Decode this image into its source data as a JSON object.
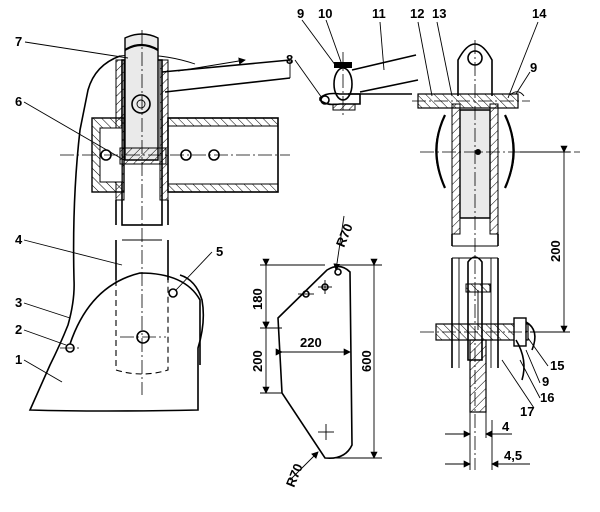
{
  "part_labels": [
    "1",
    "2",
    "3",
    "4",
    "5",
    "6",
    "7",
    "8",
    "9",
    "10",
    "11",
    "12",
    "13",
    "14",
    "9",
    "15",
    "9",
    "16",
    "17"
  ],
  "dimensions": {
    "plate_top": "180",
    "plate_mid": "200",
    "plate_width": "220",
    "plate_height": "600",
    "radius_top": "R70",
    "radius_bottom": "R70",
    "side_height": "200",
    "thickness_a": "4",
    "thickness_b": "4,5"
  }
}
